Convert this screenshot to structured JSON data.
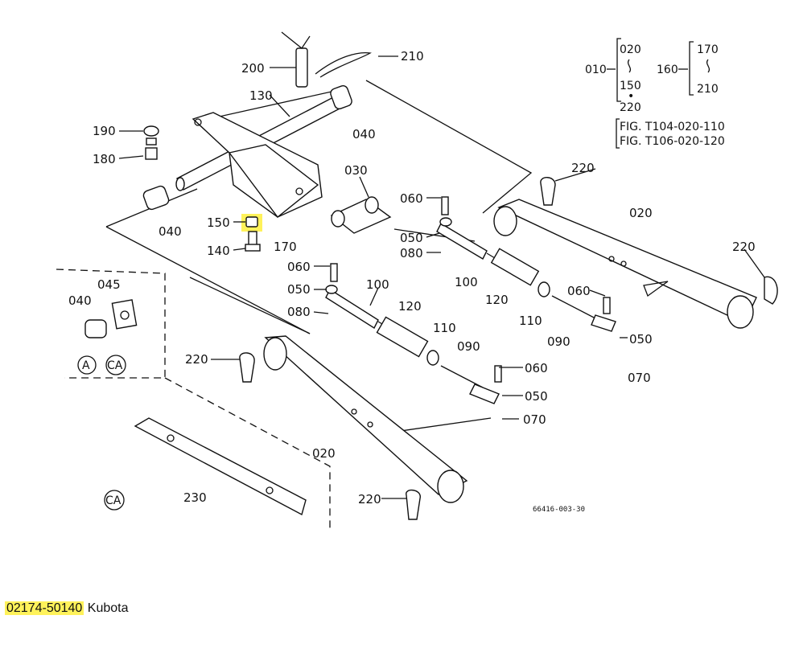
{
  "colors": {
    "highlight": "#fff25a",
    "ink": "#111111",
    "background": "#ffffff"
  },
  "callouts": {
    "c200": "200",
    "c210": "210",
    "c130": "130",
    "c190": "190",
    "c180": "180",
    "c040a": "040",
    "c030": "030",
    "c040b": "040",
    "c150": "150",
    "c140": "140",
    "c170": "170",
    "c060a": "060",
    "c050a": "050",
    "c080a": "080",
    "c100a": "100",
    "c120a": "120",
    "c110a": "110",
    "c060b": "060",
    "c050b": "050",
    "c080b": "080",
    "c100b": "100",
    "c120b": "120",
    "c110b": "110",
    "c090a": "090",
    "c060c": "060",
    "c090b": "090",
    "c050c": "050",
    "c070a": "070",
    "c060d": "060",
    "c050d": "050",
    "c070b": "070",
    "c220a": "220",
    "c020a": "020",
    "c220b": "220",
    "c045": "045",
    "c040c": "040",
    "c220c": "220",
    "c020b": "020",
    "c220d": "220",
    "c230": "230"
  },
  "circled": {
    "a": "A",
    "ca1": "CA",
    "ca2": "CA"
  },
  "legend": {
    "g1_main": "010",
    "g1_top": "020",
    "g1_bot": "150",
    "g1_dot": "•",
    "g1_last": "220",
    "g2_main": "160",
    "g2_top": "170",
    "g2_bot": "210",
    "fig1": "FIG. T104-020-110",
    "fig2": "FIG. T106-020-120"
  },
  "drawing_code": "66416-003-30",
  "caption": {
    "part_number": "02174-50140",
    "brand": "Kubota"
  }
}
